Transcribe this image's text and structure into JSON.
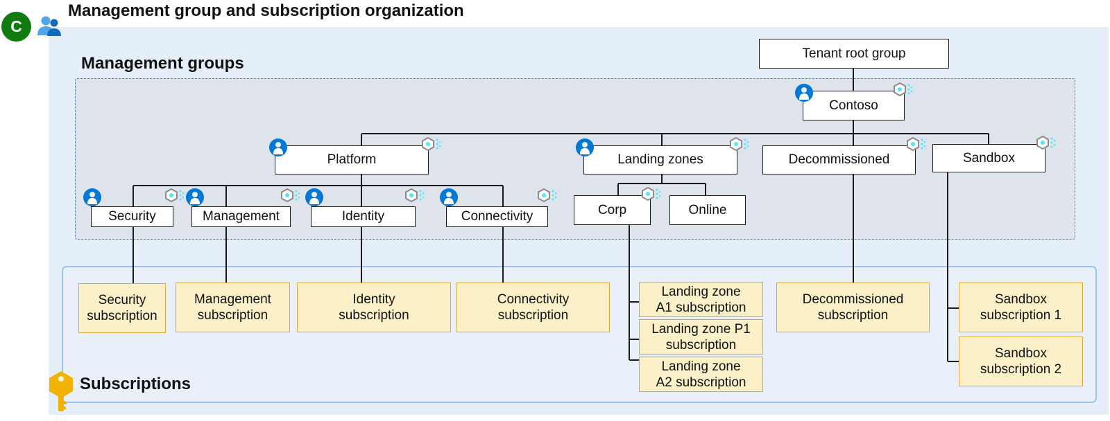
{
  "header": {
    "badge": "C",
    "title": "Management group and subscription organization"
  },
  "sections": {
    "management_groups": "Management groups",
    "subscriptions": "Subscriptions"
  },
  "management_groups": {
    "tenant_root": "Tenant root group",
    "contoso": "Contoso",
    "platform": "Platform",
    "landing_zones": "Landing zones",
    "decommissioned": "Decommissioned",
    "sandbox": "Sandbox",
    "security": "Security",
    "management": "Management",
    "identity": "Identity",
    "connectivity": "Connectivity",
    "corp": "Corp",
    "online": "Online"
  },
  "subscriptions": {
    "security": [
      "Security",
      "subscription"
    ],
    "management": [
      "Management",
      "subscription"
    ],
    "identity": [
      "Identity",
      "subscription"
    ],
    "connectivity": [
      "Connectivity",
      "subscription"
    ],
    "lz_a1": [
      "Landing zone",
      "A1 subscription"
    ],
    "lz_p1": [
      "Landing zone P1",
      "subscription"
    ],
    "lz_a2": [
      "Landing zone",
      "A2 subscription"
    ],
    "decommissioned": [
      "Decommissioned",
      "subscription"
    ],
    "sandbox1": [
      "Sandbox",
      "subscription 1"
    ],
    "sandbox2": [
      "Sandbox",
      "subscription 2"
    ]
  },
  "icons": {
    "people": "people-group-icon",
    "policy": "policy-person-icon",
    "resource": "resource-hexagon-icon",
    "key": "subscription-key-icon"
  },
  "colors": {
    "badge": "#107c10",
    "outer_background": "#e4effa",
    "mg_panel": "#dfe4ec",
    "subscription_box": "#fcf0c8",
    "subscription_border": "#d6a93a",
    "accent_blue": "#0078d4",
    "key_gold": "#f2b200"
  }
}
